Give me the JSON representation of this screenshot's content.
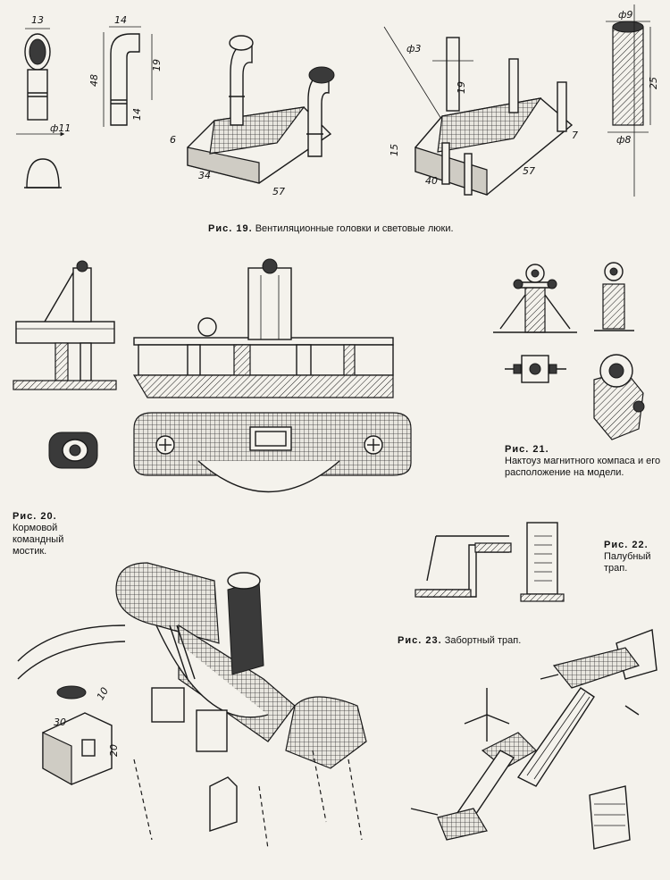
{
  "figures": {
    "fig19": {
      "caption_prefix": "Рис. 19.",
      "caption": "Вентиляционные головки и световые люки.",
      "dims": {
        "d13": "13",
        "d11": "ф11",
        "d14": "14",
        "d48": "48",
        "d19a": "19",
        "d14b": "14",
        "d6": "6",
        "d34": "34",
        "d57a": "57",
        "d3": "ф3",
        "d19b": "19",
        "d15": "15",
        "d40": "40",
        "d57b": "57",
        "d7": "7",
        "d9": "ф9",
        "d25": "25",
        "d8": "ф8"
      }
    },
    "fig20": {
      "caption_prefix": "Рис. 20.",
      "caption": "Кормовой командный мостик.",
      "dims": {
        "d30": "30",
        "d10": "10",
        "d20": "20"
      }
    },
    "fig21": {
      "caption_prefix": "Рис. 21.",
      "caption": "Нактоуз магнитного компаса и его расположение на модели."
    },
    "fig22": {
      "caption_prefix": "Рис. 22.",
      "caption": "Палубный трап."
    },
    "fig23": {
      "caption_prefix": "Рис. 23.",
      "caption": "Забортный трап."
    }
  },
  "colors": {
    "ink": "#1a1a1a",
    "paper": "#f4f2ec",
    "shade": "#cfccc4"
  }
}
